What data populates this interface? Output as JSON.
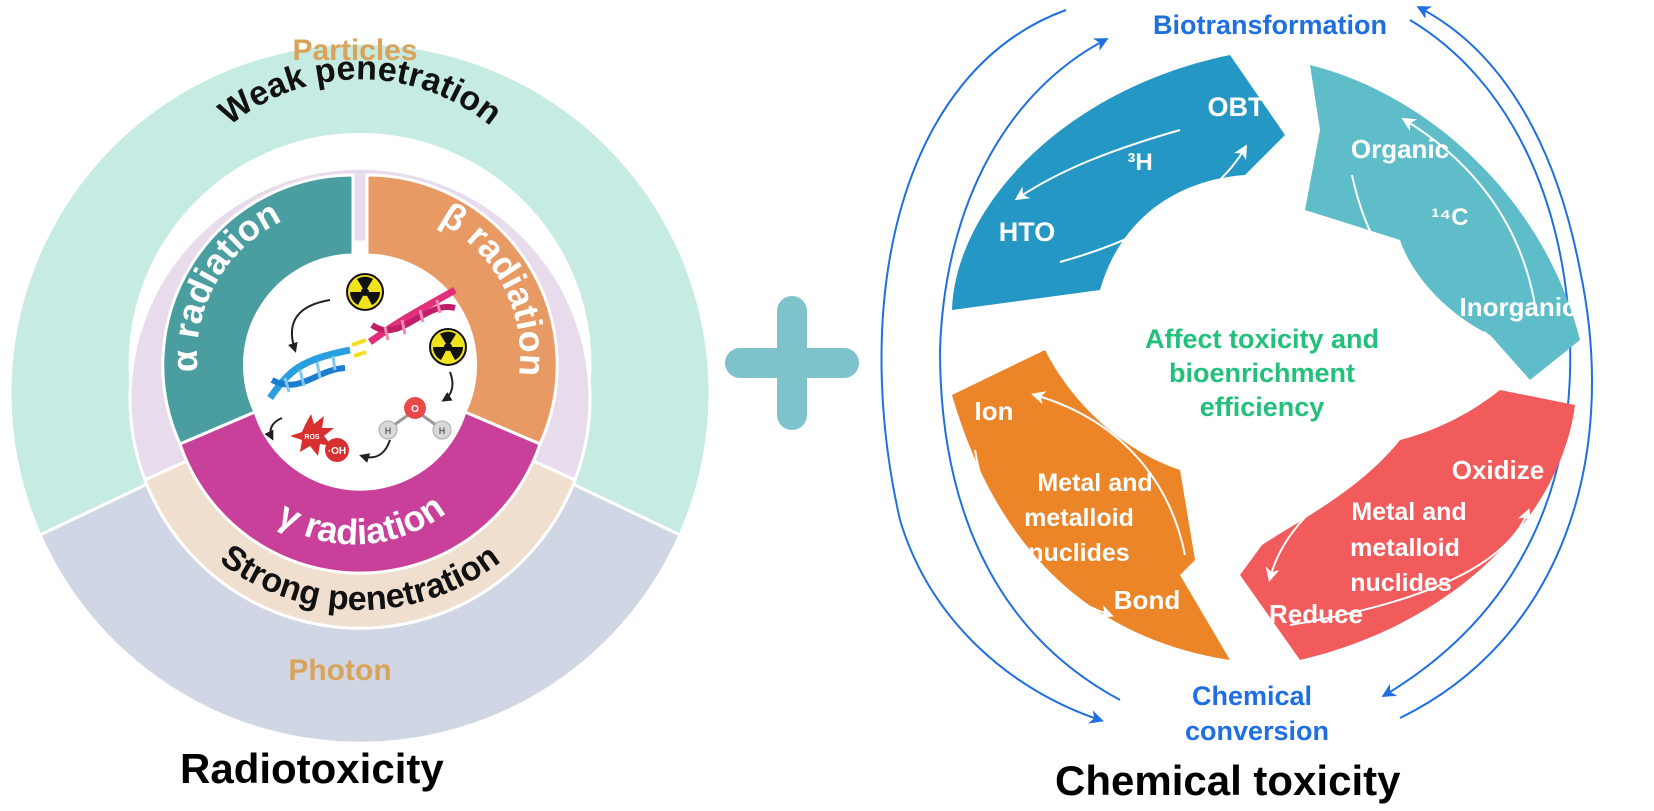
{
  "radiotoxicity": {
    "caption": "Radiotoxicity",
    "outer_top_label": "Particles",
    "outer_bottom_label": "Photon",
    "middle_top_label": "Weak penetration",
    "middle_bottom_label": "Strong penetration",
    "alpha_label": "α radiation",
    "beta_label": "β radiation",
    "gamma_label": "γ radiation",
    "hydroxyl_label": "·OH",
    "ros_label": "ROS",
    "oxygen_label": "O",
    "hydrogen_label": "H",
    "colors": {
      "outer_top": "#c5ebe3",
      "outer_bottom": "#d0d6e3",
      "middle_top": "#e8dcec",
      "middle_bottom": "#f0dfcf",
      "alpha": "#4a9ea0",
      "beta": "#e89a65",
      "gamma": "#c8409a",
      "label_gold": "#d9a35a"
    }
  },
  "plus_color": "#7ec3cc",
  "chemical": {
    "caption": "Chemical toxicity",
    "top_label": "Biotransformation",
    "bottom_label_line1": "Chemical",
    "bottom_label_line2": "conversion",
    "center_line1": "Affect toxicity and",
    "center_line2": "bioenrichment",
    "center_line3": "efficiency",
    "tritium": {
      "element": "³H",
      "from": "HTO",
      "to": "OBT",
      "color": "#2597c4"
    },
    "carbon": {
      "element": "¹⁴C",
      "from": "Organic",
      "to": "Inorganic",
      "color": "#5ebdc9"
    },
    "metal_orange": {
      "line1": "Metal and",
      "line2": "metalloid",
      "line3": "nuclides",
      "from": "Ion",
      "to": "Bond",
      "color": "#ec8428"
    },
    "metal_red": {
      "line1": "Metal and",
      "line2": "metalloid",
      "line3": "nuclides",
      "from": "Oxidize",
      "to": "Reduce",
      "color": "#f25b5b"
    },
    "colors": {
      "blue_label": "#1f6fe0",
      "center_green": "#22c07a"
    }
  }
}
